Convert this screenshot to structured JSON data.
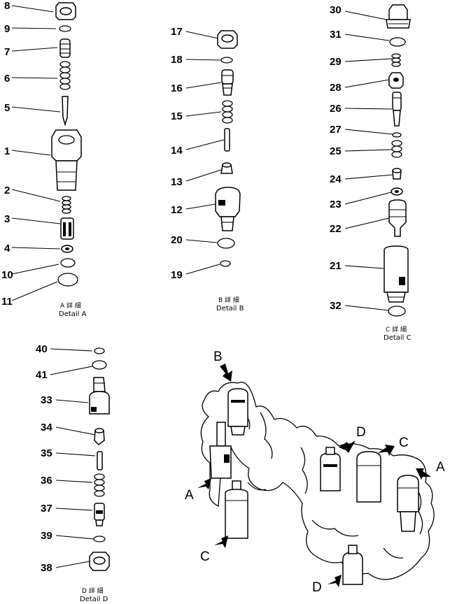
{
  "detailA": {
    "labels": [
      "8",
      "9",
      "7",
      "6",
      "5",
      "1",
      "2",
      "3",
      "4",
      "10",
      "11"
    ],
    "caption_jp": "A 詳 細",
    "caption_en": "Detail  A"
  },
  "detailB": {
    "labels": [
      "17",
      "18",
      "16",
      "15",
      "14",
      "13",
      "12",
      "20",
      "19"
    ],
    "caption_jp": "B 詳 細",
    "caption_en": "Detail  B"
  },
  "detailC": {
    "labels": [
      "30",
      "31",
      "29",
      "28",
      "26",
      "27",
      "25",
      "24",
      "23",
      "22",
      "21",
      "32"
    ],
    "caption_jp": "C 詳 細",
    "caption_en": "Detail  C"
  },
  "detailD": {
    "labels": [
      "40",
      "41",
      "33",
      "34",
      "35",
      "36",
      "37",
      "39",
      "38"
    ],
    "caption_jp": "D 詳 細",
    "caption_en": "Detail  D"
  },
  "assembly": {
    "callouts": [
      "B",
      "D",
      "C",
      "A",
      "A",
      "C",
      "D"
    ]
  }
}
